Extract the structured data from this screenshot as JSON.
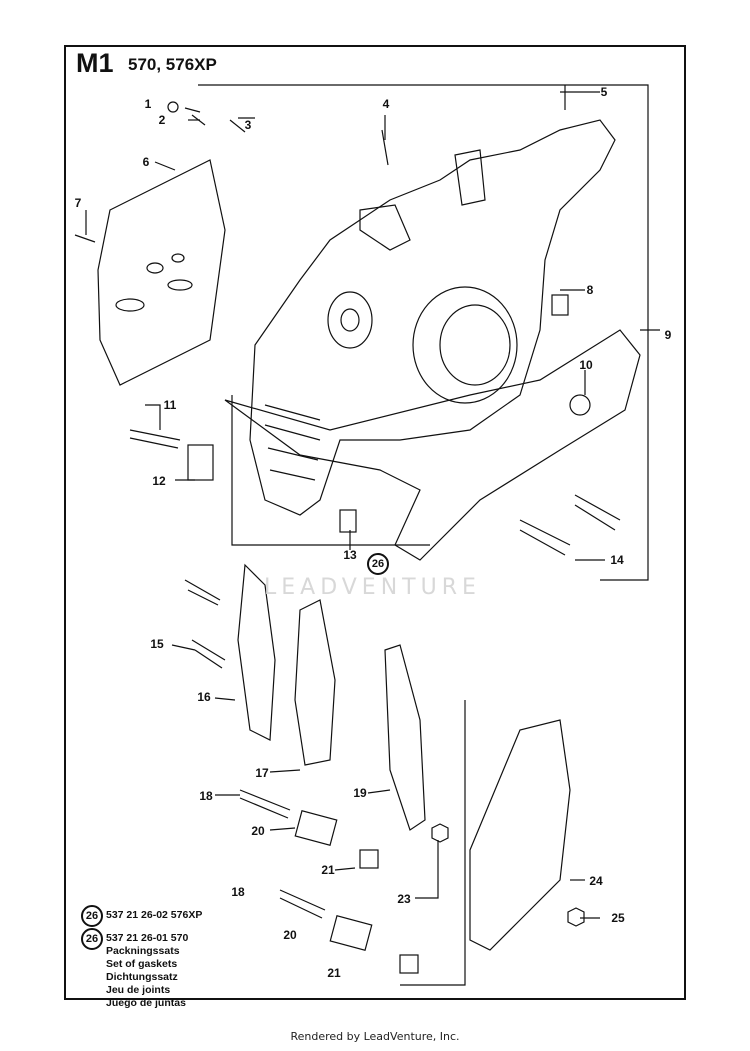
{
  "header": {
    "model_code": "M1",
    "models": "570, 576XP"
  },
  "callouts": [
    "1",
    "2",
    "3",
    "4",
    "5",
    "6",
    "7",
    "8",
    "9",
    "10",
    "11",
    "12",
    "13",
    "14",
    "15",
    "16",
    "17",
    "18",
    "19",
    "20",
    "21",
    "23",
    "24",
    "25"
  ],
  "callouts_repeat": {
    "c18b": "18",
    "c20b": "20",
    "c21b": "21"
  },
  "gasket_ref": "26",
  "kits": [
    {
      "ref": "26",
      "text": "537 21 26-02 576XP"
    },
    {
      "ref": "26",
      "lines": [
        "537 21 26-01 570",
        "Packningssats",
        "Set of gaskets",
        "Dichtungssatz",
        "Jeu de joints",
        "Juego de juntas"
      ]
    }
  ],
  "watermark": "LEADVENTURE",
  "footer": "Rendered by LeadVenture, Inc."
}
